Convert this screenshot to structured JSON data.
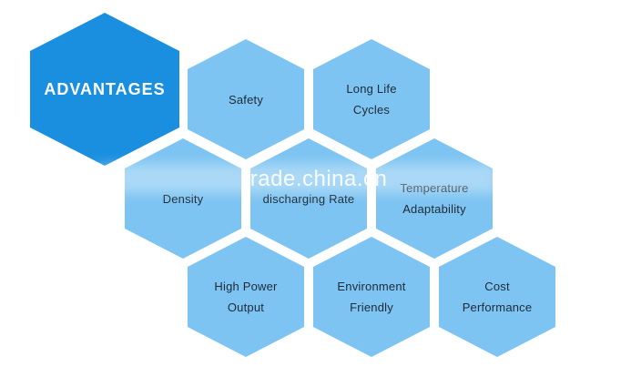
{
  "diagram": {
    "main_label": "ADVANTAGES",
    "items": [
      {
        "label": "Safety"
      },
      {
        "label": "Long Life Cycles"
      },
      {
        "label": "Density"
      },
      {
        "label": "discharging Rate"
      },
      {
        "label": "Temperature Adaptability"
      },
      {
        "label": "High Power Output"
      },
      {
        "label": "Environment Friendly"
      },
      {
        "label": "Cost Performance"
      }
    ]
  },
  "watermark": "trade.china.cn",
  "colors": {
    "main_hex": "#1a8fe0",
    "item_hex": "#7dc4f2",
    "item_text": "#1f2a36",
    "main_text": "#ffffff"
  }
}
